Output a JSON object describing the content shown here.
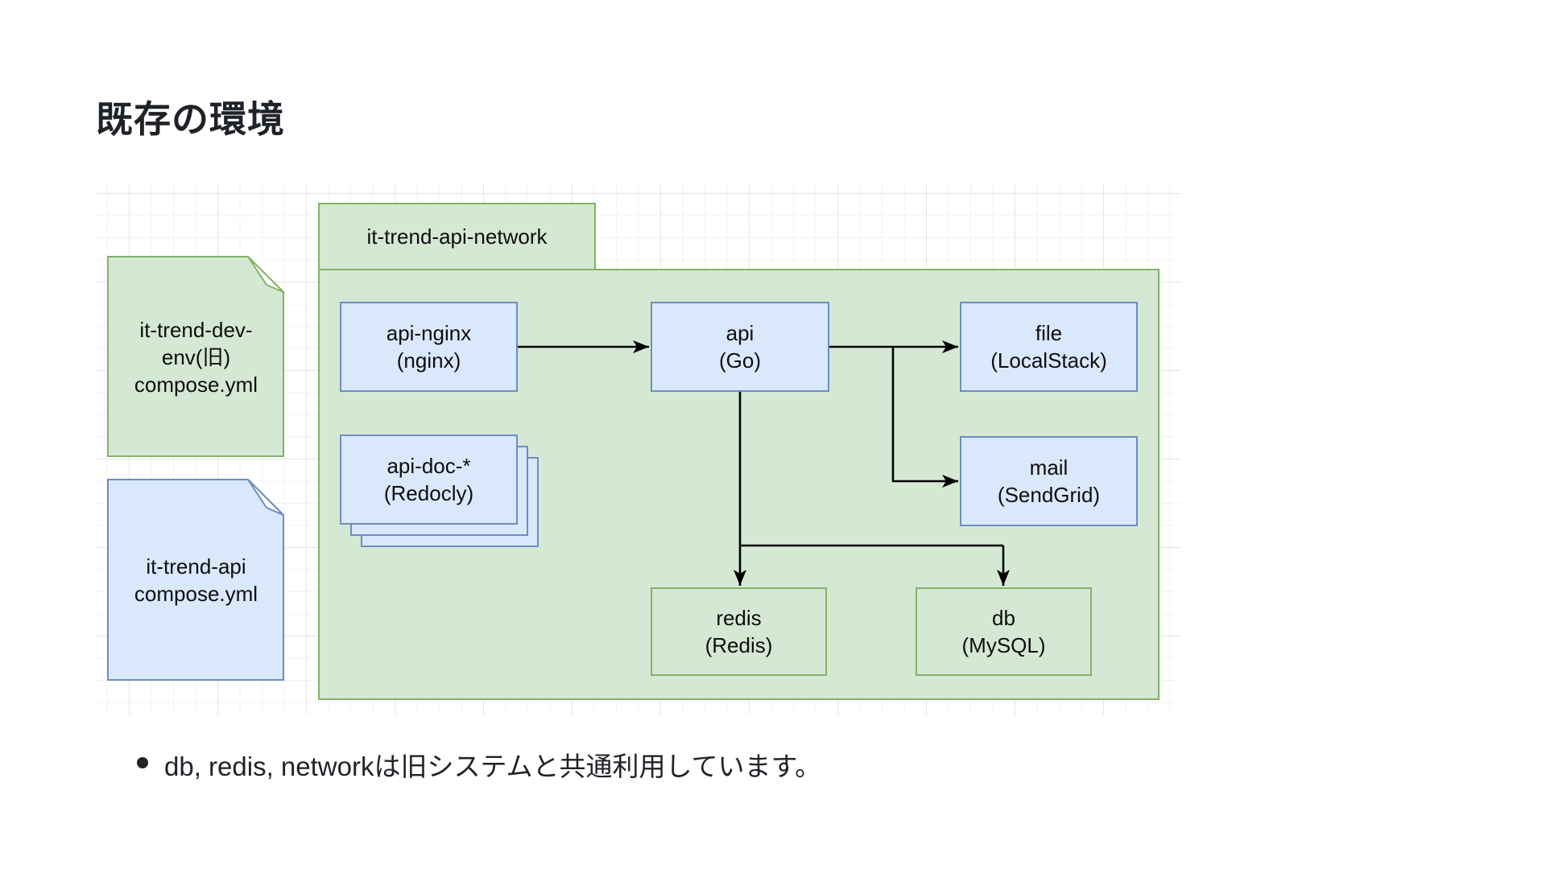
{
  "page": {
    "title": "既存の環境",
    "bullet": "db, redis, networkは旧システムと共通利用しています。"
  },
  "diagram": {
    "network_label": "it-trend-api-network",
    "notes": {
      "dev_env": {
        "line1": "it-trend-dev-",
        "line2": "env(旧)",
        "line3": "compose.yml"
      },
      "api_compose": {
        "line1": "it-trend-api",
        "line2": "compose.yml"
      }
    },
    "nodes": {
      "api_nginx": {
        "name": "api-nginx",
        "tech": "(nginx)"
      },
      "api": {
        "name": "api",
        "tech": "(Go)"
      },
      "file": {
        "name": "file",
        "tech": "(LocalStack)"
      },
      "mail": {
        "name": "mail",
        "tech": "(SendGrid)"
      },
      "api_doc": {
        "name": "api-doc-*",
        "tech": "(Redocly)"
      },
      "redis": {
        "name": "redis",
        "tech": "(Redis)"
      },
      "db": {
        "name": "db",
        "tech": "(MySQL)"
      }
    },
    "edges": [
      "api-nginx → api",
      "api → file",
      "api → mail",
      "api → redis",
      "api → db"
    ],
    "colors": {
      "green_fill": "#d5e8d4",
      "green_stroke": "#82b366",
      "blue_fill": "#dae8fc",
      "blue_stroke": "#6c8ebf",
      "arrow": "#000000",
      "text": "#1f2328"
    }
  }
}
